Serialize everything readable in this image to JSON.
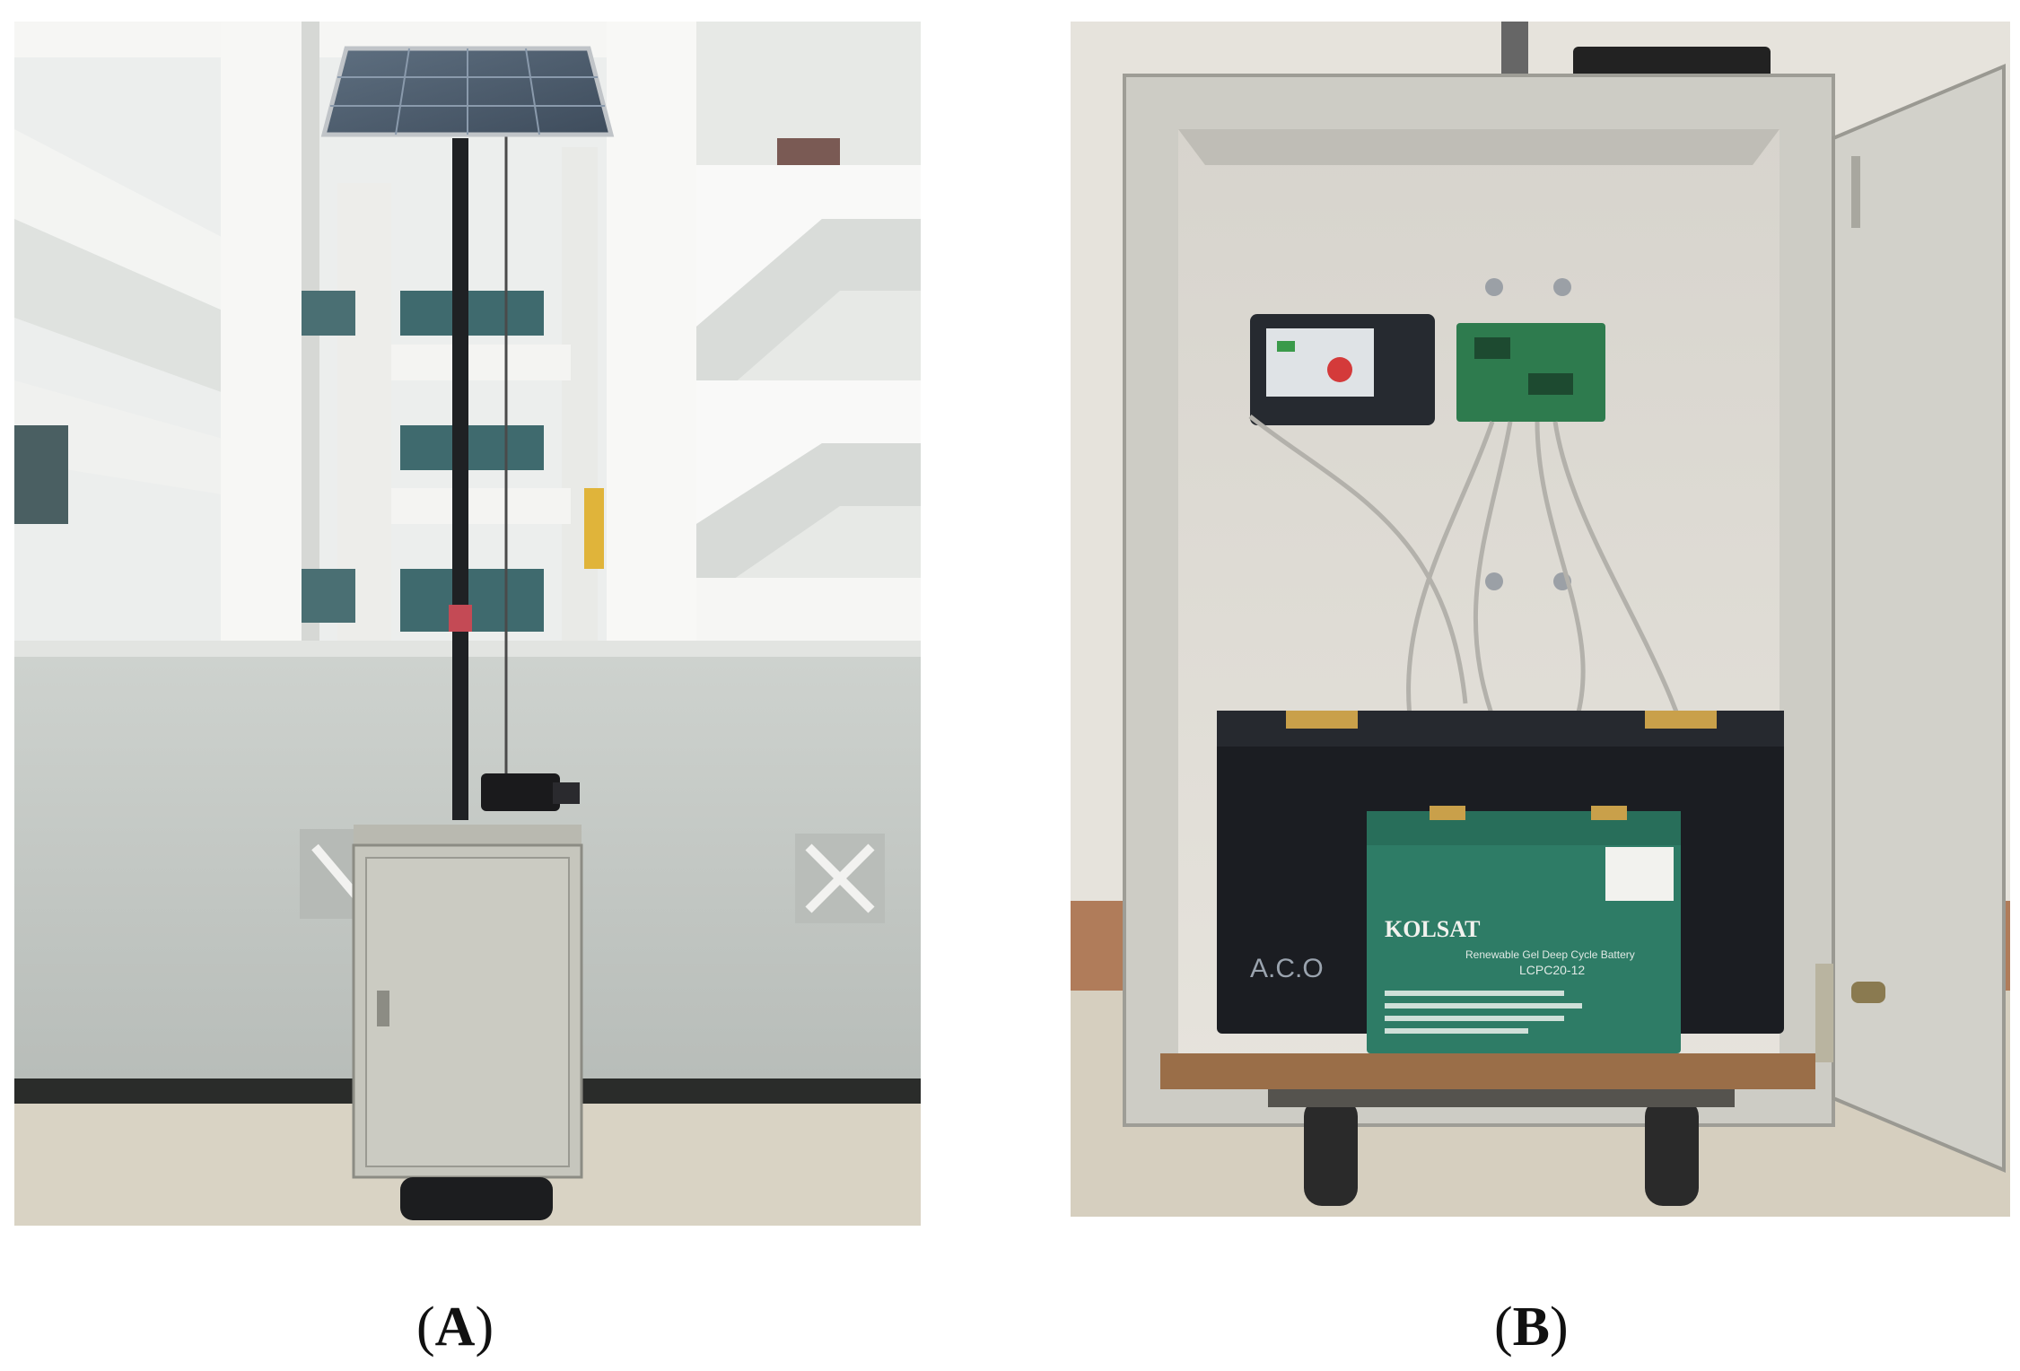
{
  "figure": {
    "panel_a": {
      "caption_open": "(",
      "caption_label": "A",
      "caption_close": ")"
    },
    "panel_b": {
      "caption_open": "(",
      "caption_label": "B",
      "caption_close": ")",
      "battery_brand": "KOLSAT",
      "battery_subtitle": "Renewable Gel Deep Cycle Battery",
      "battery_model": "LCPC20-12",
      "back_battery_text": "A.C.O"
    }
  },
  "colors": {
    "wall": "#c8ccc8",
    "floor": "#d8d2c2",
    "cabinet": "#c9c9c0",
    "battery_green": "#2e7c66",
    "battery_black": "#1b1d22"
  }
}
